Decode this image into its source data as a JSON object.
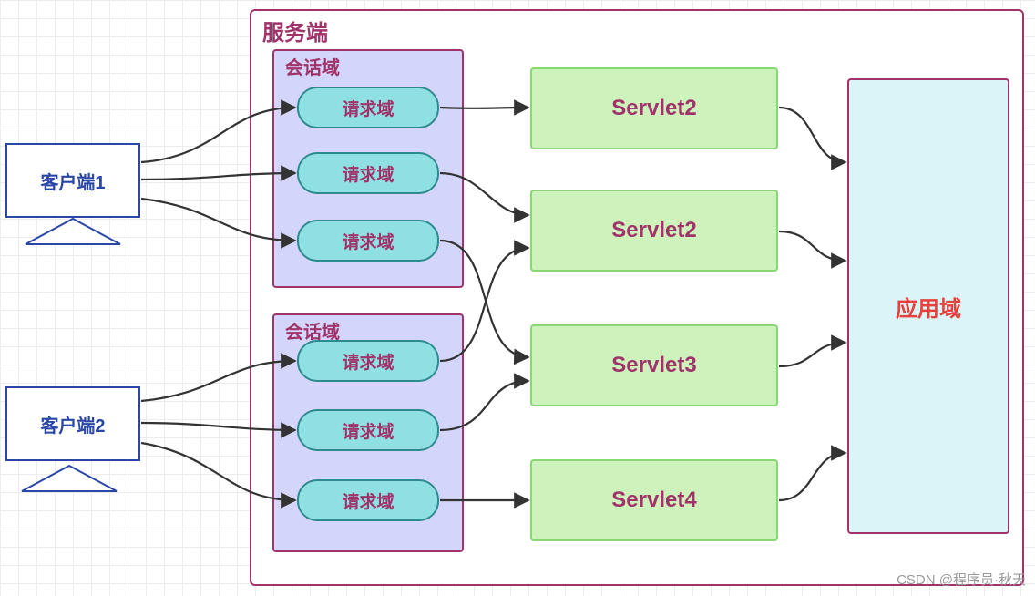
{
  "server": {
    "title": "服务端"
  },
  "sessions": [
    {
      "title": "会话域"
    },
    {
      "title": "会话域"
    }
  ],
  "requests": [
    {
      "label": "请求域"
    },
    {
      "label": "请求域"
    },
    {
      "label": "请求域"
    },
    {
      "label": "请求域"
    },
    {
      "label": "请求域"
    },
    {
      "label": "请求域"
    }
  ],
  "servlets": [
    {
      "label": "Servlet2"
    },
    {
      "label": "Servlet2"
    },
    {
      "label": "Servlet3"
    },
    {
      "label": "Servlet4"
    }
  ],
  "app": {
    "label": "应用域"
  },
  "clients": [
    {
      "label": "客户端1"
    },
    {
      "label": "客户端2"
    }
  ],
  "watermark": "CSDN @程序员·秋天",
  "colors": {
    "frame": "#a0336a",
    "session_fill": "#d4d5fb",
    "request_fill": "#8fe0e2",
    "servlet_fill": "#cdf2bc",
    "app_fill": "#daf4f8",
    "app_text": "#e8403b",
    "client_border": "#2a47a6"
  }
}
